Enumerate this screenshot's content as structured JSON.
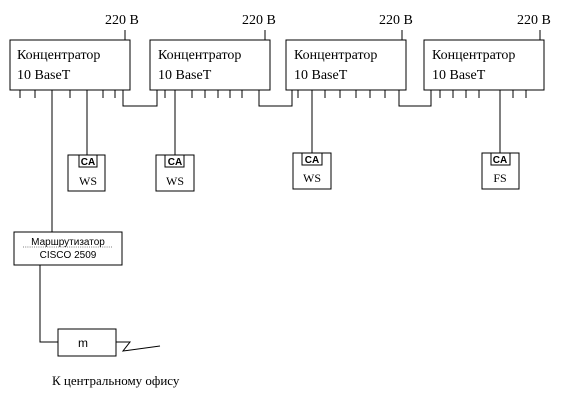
{
  "hubs": [
    {
      "title": "Концентратор",
      "model": "10 BaseT",
      "power": "220 В"
    },
    {
      "title": "Концентратор",
      "model": "10 BaseT",
      "power": "220 В"
    },
    {
      "title": "Концентратор",
      "model": "10 BaseT",
      "power": "220 В"
    },
    {
      "title": "Концентратор",
      "model": "10 BaseT",
      "power": "220 В"
    }
  ],
  "stations": [
    {
      "badge": "CA",
      "label": "WS"
    },
    {
      "badge": "CA",
      "label": "WS"
    },
    {
      "badge": "CA",
      "label": "WS"
    },
    {
      "badge": "CA",
      "label": "FS"
    }
  ],
  "router": {
    "title": "Маршрутизатор",
    "model": "CISCO 2509"
  },
  "modem": {
    "label": "m"
  },
  "caption": "К центральному офису"
}
